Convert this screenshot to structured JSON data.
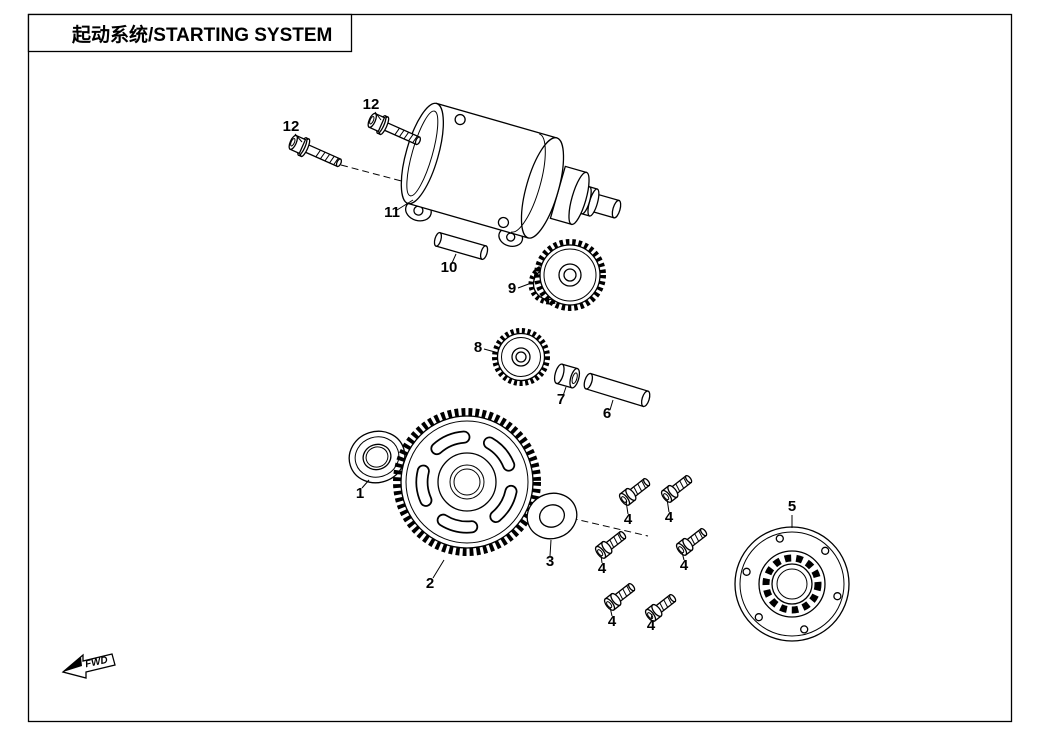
{
  "title": "起动系统/STARTING SYSTEM",
  "fwd": "FWD",
  "callouts": {
    "c1": "1",
    "c2": "2",
    "c3": "3",
    "c4a": "4",
    "c4b": "4",
    "c4c": "4",
    "c4d": "4",
    "c4e": "4",
    "c4f": "4",
    "c5": "5",
    "c6": "6",
    "c7": "7",
    "c8": "8",
    "c9": "9",
    "c10": "10",
    "c11": "11",
    "c12a": "12",
    "c12b": "12"
  },
  "colors": {
    "line": "#000000",
    "background": "#ffffff"
  }
}
